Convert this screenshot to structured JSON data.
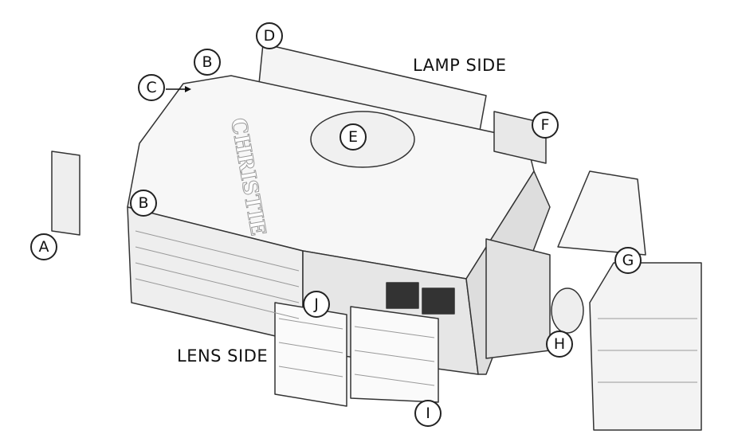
{
  "diagram": {
    "side_labels": {
      "lamp": "LAMP SIDE",
      "lens": "LENS SIDE"
    },
    "logo": "CHRISTIE",
    "callouts": [
      {
        "id": "A",
        "label": "A"
      },
      {
        "id": "B-top",
        "label": "B"
      },
      {
        "id": "C",
        "label": "C"
      },
      {
        "id": "D",
        "label": "D"
      },
      {
        "id": "E",
        "label": "E"
      },
      {
        "id": "F",
        "label": "F"
      },
      {
        "id": "B-side",
        "label": "B"
      },
      {
        "id": "G",
        "label": "G"
      },
      {
        "id": "H",
        "label": "H"
      },
      {
        "id": "J",
        "label": "J"
      },
      {
        "id": "I",
        "label": "I"
      }
    ]
  }
}
